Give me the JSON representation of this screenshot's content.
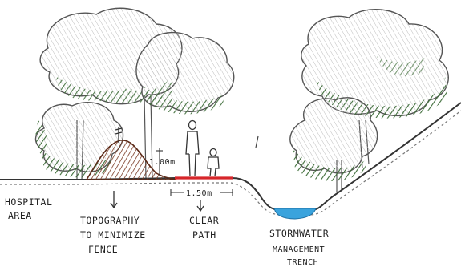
{
  "labels": {
    "hospital_line1": "HOSPITAL",
    "hospital_line2": "AREA",
    "topo_line1": "TOPOGRAPHY",
    "topo_line2": "TO MINIMIZE",
    "topo_line3": "FENCE",
    "clear_line1": "CLEAR",
    "clear_line2": "PATH",
    "storm_line1": "STORMWATER",
    "storm_line2": "MANAGEMENT",
    "storm_line3": "TRENCH"
  },
  "dimensions": {
    "height_label": "1.00m",
    "width_label": "1.50m"
  },
  "colors": {
    "foliage": "#4f7a42",
    "foliage_dark": "#2f5a2c",
    "berm": "#7a3a24",
    "path": "#d6262a",
    "water": "#3aa3dd",
    "ink": "#2a2a2a"
  }
}
